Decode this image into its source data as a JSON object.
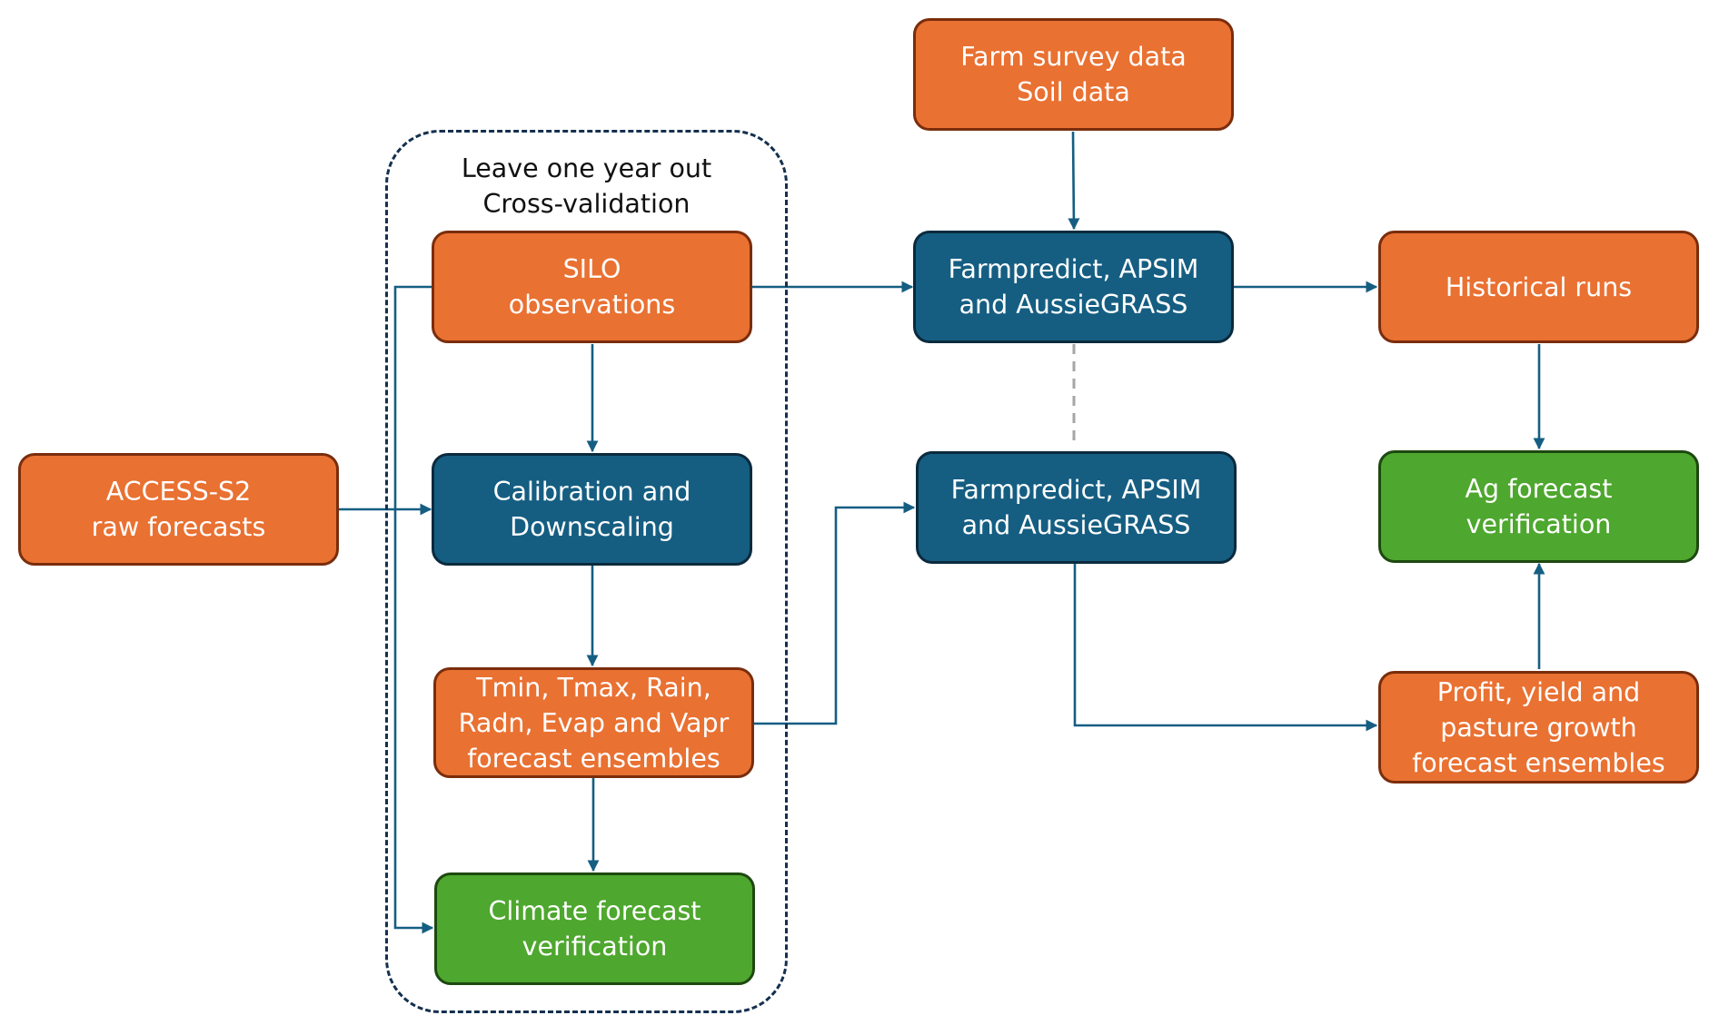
{
  "colors": {
    "orange_fill": "#e97132",
    "blue_fill": "#155e82",
    "green_fill": "#4ea72e",
    "arrow": "#155e82",
    "cluster_border": "#14304f",
    "dashed_link": "#a6a6a6"
  },
  "cluster": {
    "line1": "Leave one year out",
    "line2": "Cross-validation"
  },
  "nodes": {
    "access_s2": {
      "line1": "ACCESS-S2",
      "line2": "raw forecasts"
    },
    "silo": {
      "line1": "SILO",
      "line2": "observations"
    },
    "calibration": {
      "line1": "Calibration and",
      "line2": "Downscaling"
    },
    "ensembles": {
      "line1": "Tmin, Tmax, Rain,",
      "line2": "Radn, Evap and Vapr",
      "line3": "forecast ensembles"
    },
    "climate_verif": {
      "line1": "Climate forecast",
      "line2": "verification"
    },
    "farm_survey": {
      "line1": "Farm survey data",
      "line2": "Soil data"
    },
    "models_top": {
      "line1": "Farmpredict, APSIM",
      "line2": "and AussieGRASS"
    },
    "models_bottom": {
      "line1": "Farmpredict, APSIM",
      "line2": "and AussieGRASS"
    },
    "historical": {
      "line1": "Historical runs"
    },
    "ag_verif": {
      "line1": "Ag forecast",
      "line2": "verification"
    },
    "profit": {
      "line1": "Profit, yield and",
      "line2": "pasture growth",
      "line3": "forecast ensembles"
    }
  }
}
